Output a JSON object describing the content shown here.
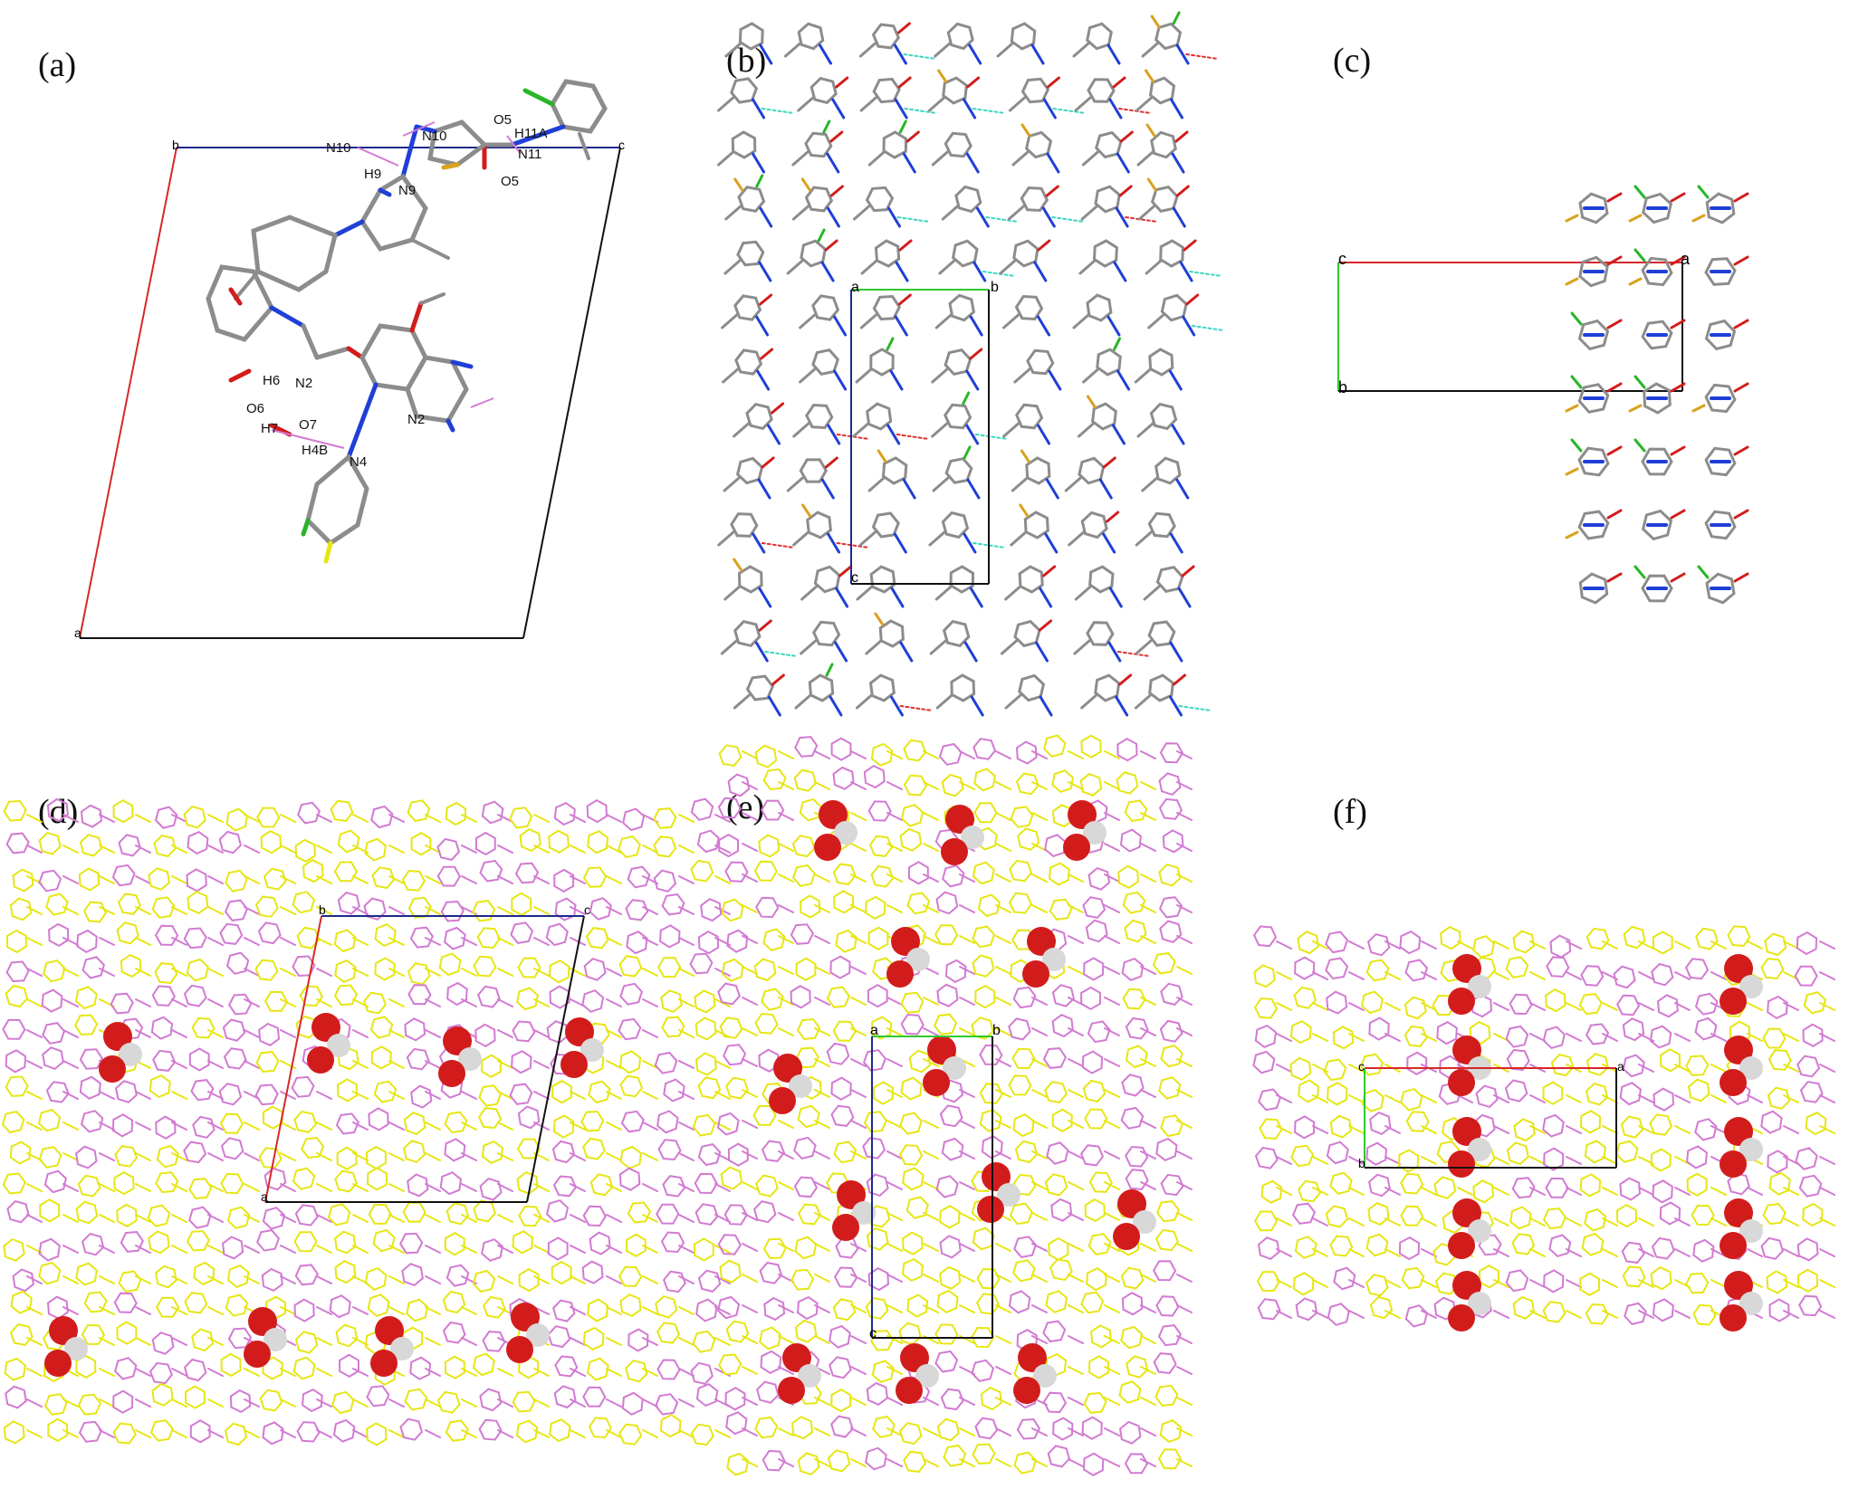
{
  "figure": {
    "panels": [
      {
        "label": "(a)",
        "view": "asymmetric unit with hydrogen-bond labels"
      },
      {
        "label": "(b)",
        "view": "packing along a"
      },
      {
        "label": "(c)",
        "view": "packing along c"
      },
      {
        "label": "(d)",
        "view": "space-fill packing along b"
      },
      {
        "label": "(e)",
        "view": "space-fill packing along a"
      },
      {
        "label": "(f)",
        "view": "space-fill packing along c"
      }
    ]
  },
  "panel_a": {
    "axes": {
      "a": "a",
      "b": "b",
      "c": "c"
    },
    "atoms": {
      "n10_top": "N10",
      "n10_ring": "N10",
      "o5_top": "O5",
      "h11a": "H11A",
      "n11": "N11",
      "o5_bottom": "O5",
      "h9": "H9",
      "n9": "N9",
      "h6": "H6",
      "n2_left": "N2",
      "o6": "O6",
      "h7": "H7",
      "o7": "O7",
      "h4b": "H4B",
      "n4": "N4",
      "n2_right": "N2"
    }
  },
  "panel_b": {
    "axes": {
      "a": "a",
      "b": "b",
      "c": "c"
    }
  },
  "panel_c": {
    "axes": {
      "a": "a",
      "b": "b",
      "c": "c"
    }
  },
  "panel_d": {
    "axes": {
      "a": "a",
      "b": "b",
      "c": "c"
    }
  },
  "panel_e": {
    "axes": {
      "a": "a",
      "b": "b",
      "c": "c"
    }
  },
  "panel_f": {
    "axes": {
      "a": "a",
      "b": "b",
      "c": "c"
    }
  },
  "colors": {
    "axis_a": "#d62828",
    "axis_b": "#2ec92e",
    "axis_c": "#1b2a8a",
    "carbon": "#8c8c8c",
    "nitrogen": "#1f3fd6",
    "oxygen": "#d21c1c",
    "sulfur": "#d9a21f",
    "chlorine": "#28b528",
    "hydrogen": "#d8d8d8",
    "hbond_red": "#e03030",
    "hbond_cyan": "#3cd6c2",
    "mol_yellow": "#e6e614",
    "mol_pink": "#d27ad2"
  }
}
